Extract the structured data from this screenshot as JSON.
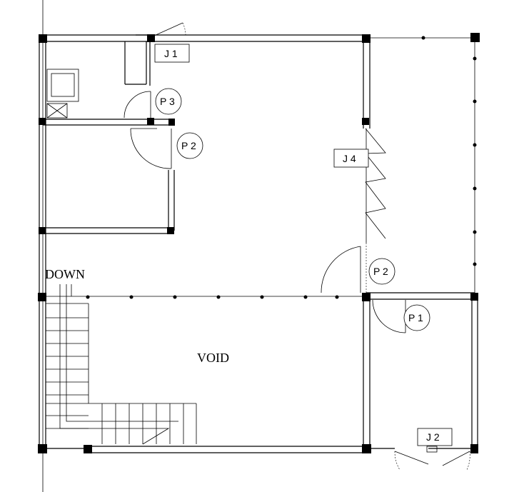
{
  "labels": {
    "down": "DOWN",
    "void": "VOID"
  },
  "tags": {
    "j1": "J 1",
    "j2": "J 2",
    "j4": "J 4",
    "p1": "P 1",
    "p2a": "P 2",
    "p2b": "P 2",
    "p3": "P 3"
  }
}
